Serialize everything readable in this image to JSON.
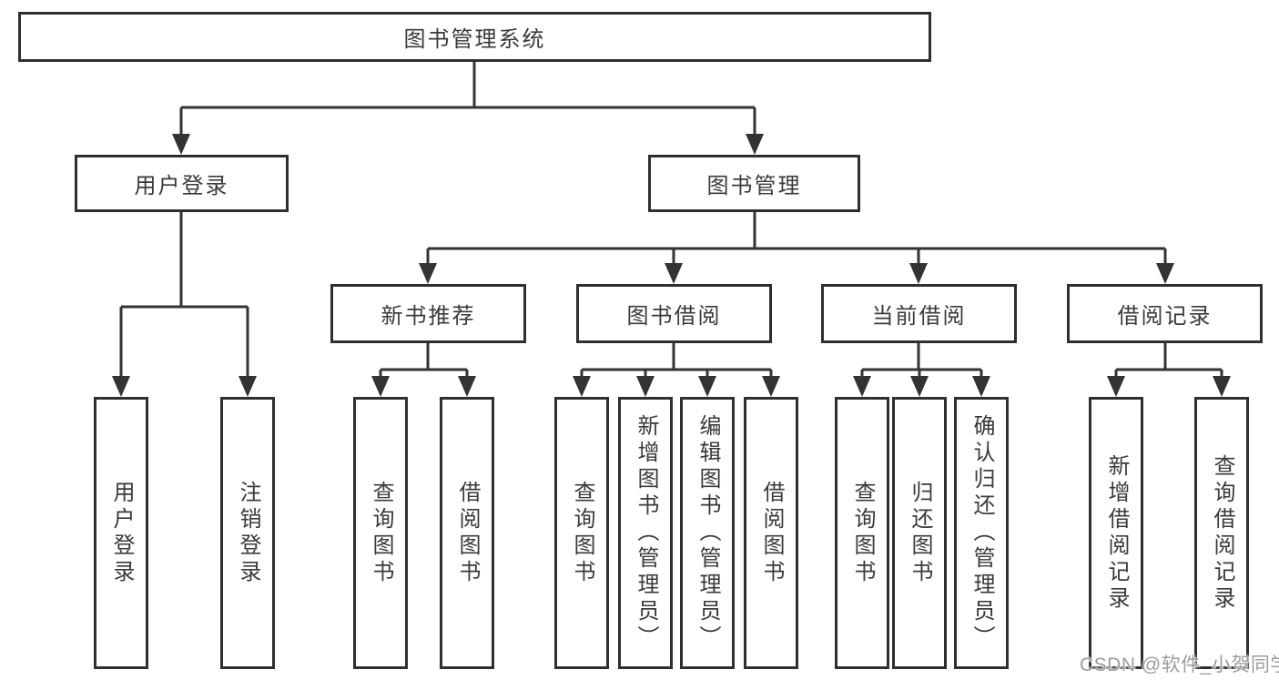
{
  "diagram": {
    "root": "图书管理系统",
    "user_login": {
      "label": "用户登录",
      "children": [
        "用户登录",
        "注销登录"
      ]
    },
    "book_mgmt": {
      "label": "图书管理",
      "modules": {
        "recommend": {
          "label": "新书推荐",
          "children": [
            "查询图书",
            "借阅图书"
          ]
        },
        "borrow": {
          "label": "图书借阅",
          "children": [
            "查询图书",
            "新增图书（管理员）",
            "编辑图书（管理员）",
            "借阅图书"
          ]
        },
        "current": {
          "label": "当前借阅",
          "children": [
            "查询图书",
            "归还图书",
            "确认归还（管理员）"
          ]
        },
        "records": {
          "label": "借阅记录",
          "children": [
            "新增借阅记录",
            "查询借阅记录"
          ]
        }
      }
    },
    "colors": {
      "line": "#333333",
      "text": "#3a3a3a",
      "watermark": "#9c9c9c"
    }
  },
  "watermark": "CSDN @软件_小贺同学"
}
